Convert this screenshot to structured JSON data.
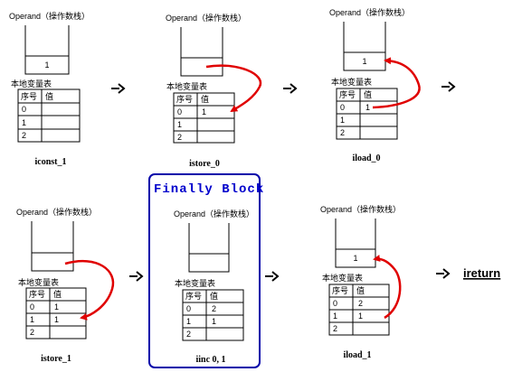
{
  "finally_block_title": "Finally Block",
  "common": {
    "operand_label": "Operand（操作数栈）",
    "locals_label": "本地变量表",
    "header_index": "序号",
    "header_value": "值"
  },
  "panels": [
    {
      "instruction": "iconst_1",
      "stack_value": "1",
      "rows": [
        {
          "index": "0",
          "value": ""
        },
        {
          "index": "1",
          "value": ""
        },
        {
          "index": "2",
          "value": ""
        }
      ]
    },
    {
      "instruction": "istore_0",
      "stack_value": "",
      "rows": [
        {
          "index": "0",
          "value": "1"
        },
        {
          "index": "1",
          "value": ""
        },
        {
          "index": "2",
          "value": ""
        }
      ]
    },
    {
      "instruction": "iload_0",
      "stack_value": "1",
      "rows": [
        {
          "index": "0",
          "value": "1"
        },
        {
          "index": "1",
          "value": ""
        },
        {
          "index": "2",
          "value": ""
        }
      ]
    },
    {
      "instruction": "istore_1",
      "stack_value": "",
      "rows": [
        {
          "index": "0",
          "value": "1"
        },
        {
          "index": "1",
          "value": "1"
        },
        {
          "index": "2",
          "value": ""
        }
      ]
    },
    {
      "instruction": "iinc 0, 1",
      "stack_value": "",
      "rows": [
        {
          "index": "0",
          "value": "2"
        },
        {
          "index": "1",
          "value": "1"
        },
        {
          "index": "2",
          "value": ""
        }
      ]
    },
    {
      "instruction": "iload_1",
      "stack_value": "1",
      "rows": [
        {
          "index": "0",
          "value": "2"
        },
        {
          "index": "1",
          "value": "1"
        },
        {
          "index": "2",
          "value": ""
        }
      ]
    }
  ],
  "final_step": "ireturn",
  "colors": {
    "curve": "#e00000",
    "frame": "#0000aa",
    "finally_text": "#0000cc"
  }
}
